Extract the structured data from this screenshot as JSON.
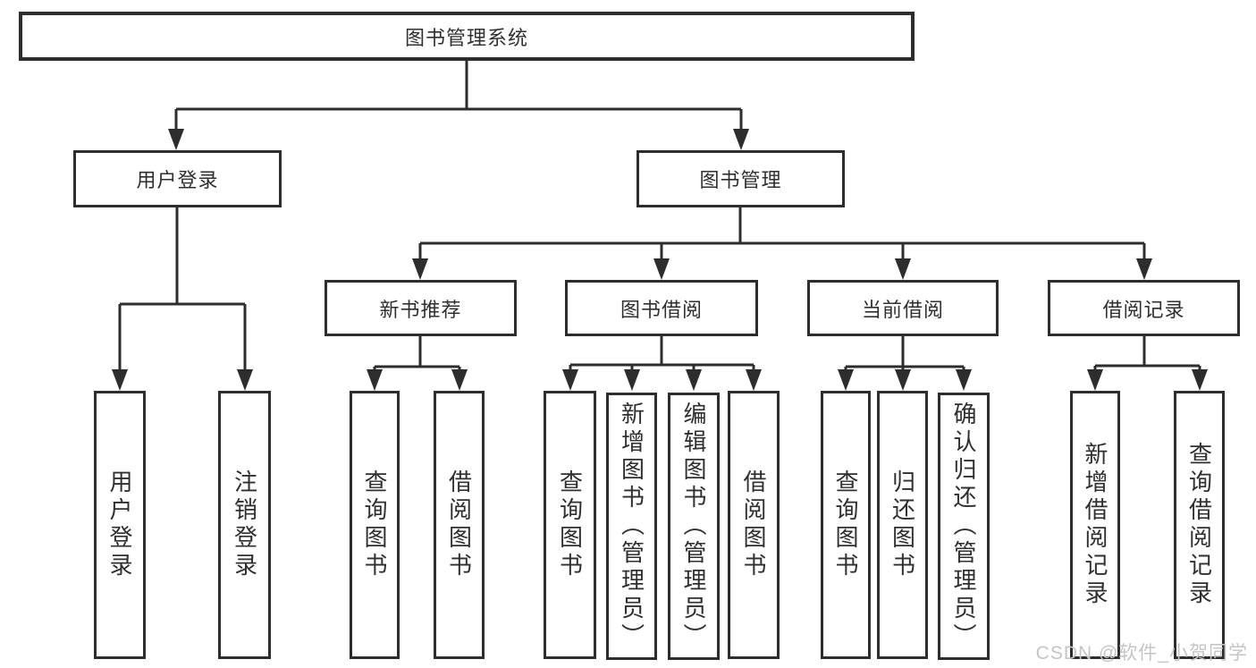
{
  "diagram_title": "图书管理系统",
  "tree": {
    "label": "图书管理系统",
    "children": [
      {
        "label": "用户登录",
        "children": [
          {
            "label": "用户登录"
          },
          {
            "label": "注销登录"
          }
        ]
      },
      {
        "label": "图书管理",
        "children": [
          {
            "label": "新书推荐",
            "children": [
              {
                "label": "查询图书"
              },
              {
                "label": "借阅图书"
              }
            ]
          },
          {
            "label": "图书借阅",
            "children": [
              {
                "label": "查询图书"
              },
              {
                "label": "新增图书（管理员）"
              },
              {
                "label": "编辑图书（管理员）"
              },
              {
                "label": "借阅图书"
              }
            ]
          },
          {
            "label": "当前借阅",
            "children": [
              {
                "label": "查询图书"
              },
              {
                "label": "归还图书"
              },
              {
                "label": "确认归还（管理员）"
              }
            ]
          },
          {
            "label": "借阅记录",
            "children": [
              {
                "label": "新增借阅记录"
              },
              {
                "label": "查询借阅记录"
              }
            ]
          }
        ]
      }
    ]
  },
  "watermark": {
    "text": "CSDN @软件_小贺同学"
  },
  "colors": {
    "line": "#2d2d2d",
    "text": "#2f2f2f",
    "background": "#ffffff",
    "watermark": "#c5c5c5"
  }
}
